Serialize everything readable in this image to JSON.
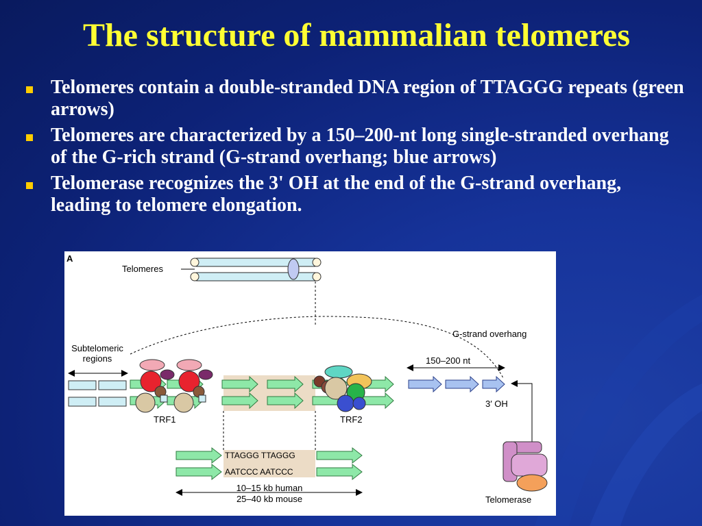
{
  "slide": {
    "title": "The structure of mammalian telomeres",
    "bullets": [
      "Telomeres contain a double-stranded DNA region of TTAGGG repeats (green arrows)",
      "Telomeres are characterized by a 150–200-nt long single-stranded overhang of the G-rich strand (G-strand overhang; blue arrows)",
      "Telomerase recognizes the 3' OH at the end of the G-strand overhang, leading to telomere elongation."
    ]
  },
  "figure": {
    "panel": "A",
    "labels": {
      "telomeres": "Telomeres",
      "g_strand_overhang": "G-strand overhang",
      "subtelomeric_line1": "Subtelomeric",
      "subtelomeric_line2": "regions",
      "overhang_length": "150–200 nt",
      "three_oh": "3′ OH",
      "trf1": "TRF1",
      "trf2": "TRF2",
      "seq_top": "TTAGGG TTAGGG",
      "seq_bottom": "AATCCC AATCCC",
      "length_human": "10–15 kb human",
      "length_mouse": "25–40 kb mouse",
      "telomerase": "Telomerase"
    },
    "colors": {
      "repeat_arrows": "#8ee8a8",
      "overhang_arrows": "#a8c2f0",
      "chromosome": "#cfeef5",
      "telomerase": "#d08fc8",
      "telomerase_sub": "#f4a05a",
      "trf1": "#e8232e",
      "trf2": "#e8ead0"
    }
  }
}
